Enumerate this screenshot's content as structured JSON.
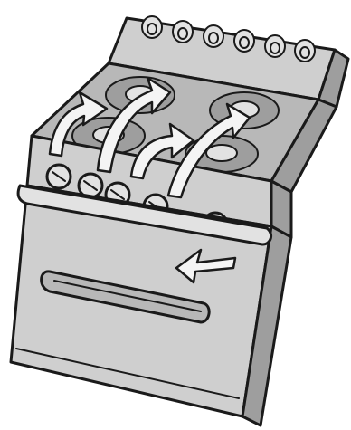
{
  "illustration": {
    "subject": "stove-oven",
    "colors": {
      "outline": "#1a1a1a",
      "body": "#cfcfcf",
      "shade": "#9e9e9e",
      "arrows": "#f4f4f4"
    },
    "counts": {
      "backsplash_knobs": 6,
      "burners": 4,
      "control_knobs": 5,
      "burner_arrows": 4,
      "oven_arrows": 1
    }
  }
}
